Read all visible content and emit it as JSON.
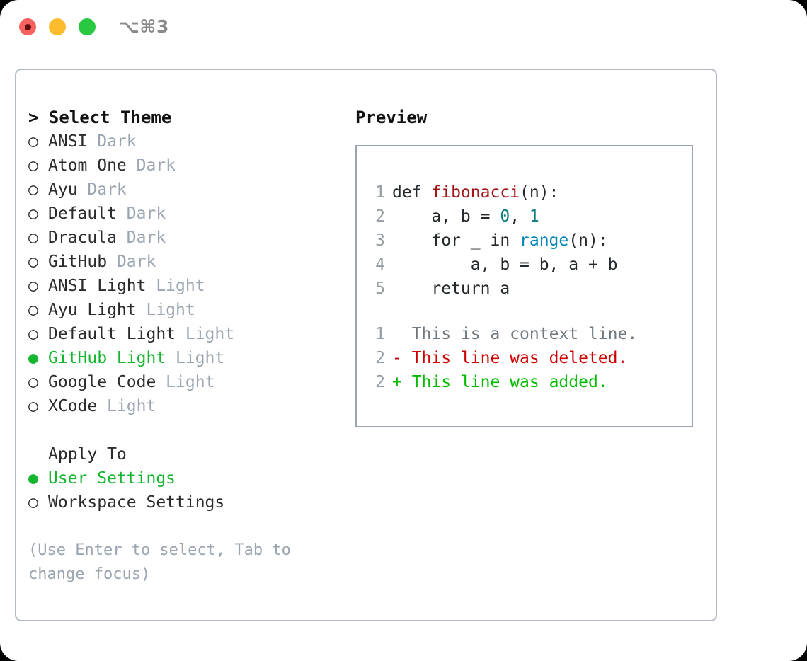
{
  "window": {
    "traffic_lights": [
      {
        "name": "close-button",
        "color": "#f9615f"
      },
      {
        "name": "minimize-button",
        "color": "#fcbc2e"
      },
      {
        "name": "maximize-button",
        "color": "#28c840"
      }
    ],
    "shortcut_label": "⌥⌘3"
  },
  "theme_picker": {
    "header": "> Select Theme",
    "items": [
      {
        "marker": "○",
        "label": "ANSI",
        "suffix": "Dark",
        "selected": false
      },
      {
        "marker": "○",
        "label": "Atom One",
        "suffix": "Dark",
        "selected": false
      },
      {
        "marker": "○",
        "label": "Ayu",
        "suffix": "Dark",
        "selected": false
      },
      {
        "marker": "○",
        "label": "Default",
        "suffix": "Dark",
        "selected": false
      },
      {
        "marker": "○",
        "label": "Dracula",
        "suffix": "Dark",
        "selected": false
      },
      {
        "marker": "○",
        "label": "GitHub",
        "suffix": "Dark",
        "selected": false
      },
      {
        "marker": "○",
        "label": "ANSI Light",
        "suffix": "Light",
        "selected": false
      },
      {
        "marker": "○",
        "label": "Ayu Light",
        "suffix": "Light",
        "selected": false
      },
      {
        "marker": "○",
        "label": "Default Light",
        "suffix": "Light",
        "selected": false
      },
      {
        "marker": "●",
        "label": "GitHub Light",
        "suffix": "Light",
        "selected": true
      },
      {
        "marker": "○",
        "label": "Google Code",
        "suffix": "Light",
        "selected": false
      },
      {
        "marker": "○",
        "label": "XCode",
        "suffix": "Light",
        "selected": false
      }
    ]
  },
  "apply_to": {
    "header": "Apply To",
    "items": [
      {
        "marker": "●",
        "label": "User Settings",
        "selected": true
      },
      {
        "marker": "○",
        "label": "Workspace Settings",
        "selected": false
      }
    ]
  },
  "hint": "(Use Enter to select, Tab to change focus)",
  "preview": {
    "title": "Preview",
    "code_lines": [
      {
        "number": "1",
        "tokens": [
          {
            "text": "def ",
            "type": "plain"
          },
          {
            "text": "fibonacci",
            "type": "func"
          },
          {
            "text": "(n):",
            "type": "plain"
          }
        ]
      },
      {
        "number": "2",
        "tokens": [
          {
            "text": "    a, b = ",
            "type": "plain"
          },
          {
            "text": "0",
            "type": "num"
          },
          {
            "text": ", ",
            "type": "plain"
          },
          {
            "text": "1",
            "type": "num"
          }
        ]
      },
      {
        "number": "3",
        "tokens": [
          {
            "text": "    for _ in ",
            "type": "plain"
          },
          {
            "text": "range",
            "type": "builtin"
          },
          {
            "text": "(n):",
            "type": "plain"
          }
        ]
      },
      {
        "number": "4",
        "tokens": [
          {
            "text": "        a, b = b, a + b",
            "type": "plain"
          }
        ]
      },
      {
        "number": "5",
        "tokens": [
          {
            "text": "    return a",
            "type": "plain"
          }
        ]
      }
    ],
    "diff_lines": [
      {
        "number": "1",
        "marker": " ",
        "text": "This is a context line.",
        "kind": "ctx"
      },
      {
        "number": "2",
        "marker": "-",
        "text": "This line was deleted.",
        "kind": "del"
      },
      {
        "number": "2",
        "marker": "+",
        "text": "This line was added.",
        "kind": "add"
      }
    ]
  },
  "colors": {
    "accent_green": "#15b62f",
    "muted": "#9aa5b1",
    "line_number": "#959da5",
    "func": "#a31515",
    "number": "#0d7e7e",
    "builtin": "#0086b3",
    "diff_add": "#00bb00",
    "diff_del": "#cc0000",
    "border": "#b2bac6"
  }
}
